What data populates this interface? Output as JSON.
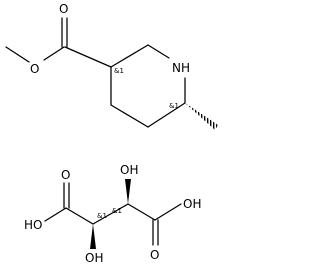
{
  "diagram": {
    "molecule_top": {
      "atom_labels": {
        "ester_carbonyl_o": "O",
        "ester_ether_o": "O",
        "ring_nh": "NH",
        "stereo_c3": "&1",
        "stereo_c6": "&1"
      }
    },
    "molecule_bottom": {
      "atom_labels": {
        "acid_left_carbonyl_o": "O",
        "acid_left_oh": "HO",
        "oh_upper": "OH",
        "oh_lower": "OH",
        "acid_right_carbonyl_o": "O",
        "acid_right_oh": "OH",
        "stereo_c2": "&1",
        "stereo_c3": "&1"
      }
    }
  }
}
